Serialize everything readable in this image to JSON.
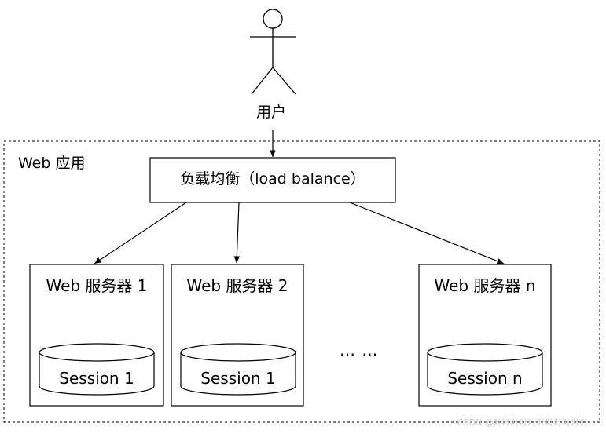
{
  "user": {
    "label": "用户"
  },
  "web_app": {
    "label": "Web 应用"
  },
  "load_balancer": {
    "label": "负载均衡（load balance）"
  },
  "servers": [
    {
      "label": "Web 服务器 1",
      "session": "Session 1"
    },
    {
      "label": "Web 服务器 2",
      "session": "Session 1"
    },
    {
      "label": "Web 服务器 n",
      "session": "Session n"
    }
  ],
  "ellipsis": "… …",
  "watermark": "CSDN @叶叶叶叶叶叶叶叶叶叶叶"
}
